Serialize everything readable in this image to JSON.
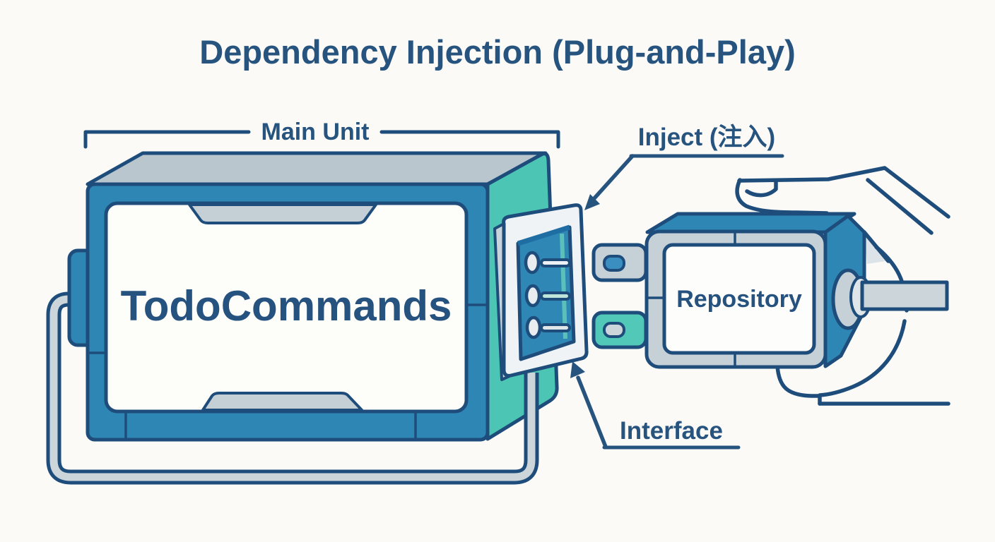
{
  "title": "Dependency Injection (Plug-and-Play)",
  "diagram": {
    "main_unit": {
      "bracket_label": "Main Unit",
      "component_name": "TodoCommands"
    },
    "plug": {
      "component_name": "Repository"
    },
    "annotations": {
      "inject_label": "Inject (注入)",
      "interface_label": "Interface"
    }
  },
  "colors": {
    "outline_dark_blue": "#1e4d7c",
    "text_blue": "#27547f",
    "fill_blue": "#2e86b5",
    "fill_teal": "#4cc5b5",
    "fill_light_gray": "#c3ced6",
    "fill_pale_gray": "#ccd5da",
    "background": "#fbfaf7"
  }
}
